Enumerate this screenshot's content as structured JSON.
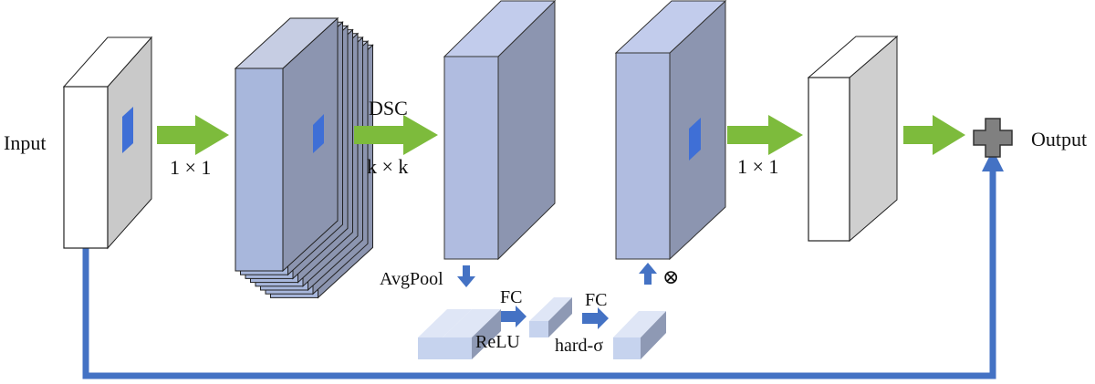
{
  "labels": {
    "input": "Input",
    "output": "Output",
    "conv1_label": "1 × 1",
    "dsc_label": "DSC",
    "kernel_label": "k × k",
    "conv2_label": "1 × 1",
    "avgpool": "AvgPool",
    "fc1": "FC",
    "relu": "ReLU",
    "fc2": "FC",
    "hard_sigma": "hard-σ",
    "multiply": "⊗"
  },
  "colors": {
    "flow_arrow": "#7dbb3c",
    "skip_line": "#4472c4",
    "highlight_patch": "#3f6fd6",
    "feature_front": "#b0bce0",
    "feature_side": "#8c95b0",
    "pool_front": "#c6d3ee",
    "plus_sign": "#808080"
  }
}
